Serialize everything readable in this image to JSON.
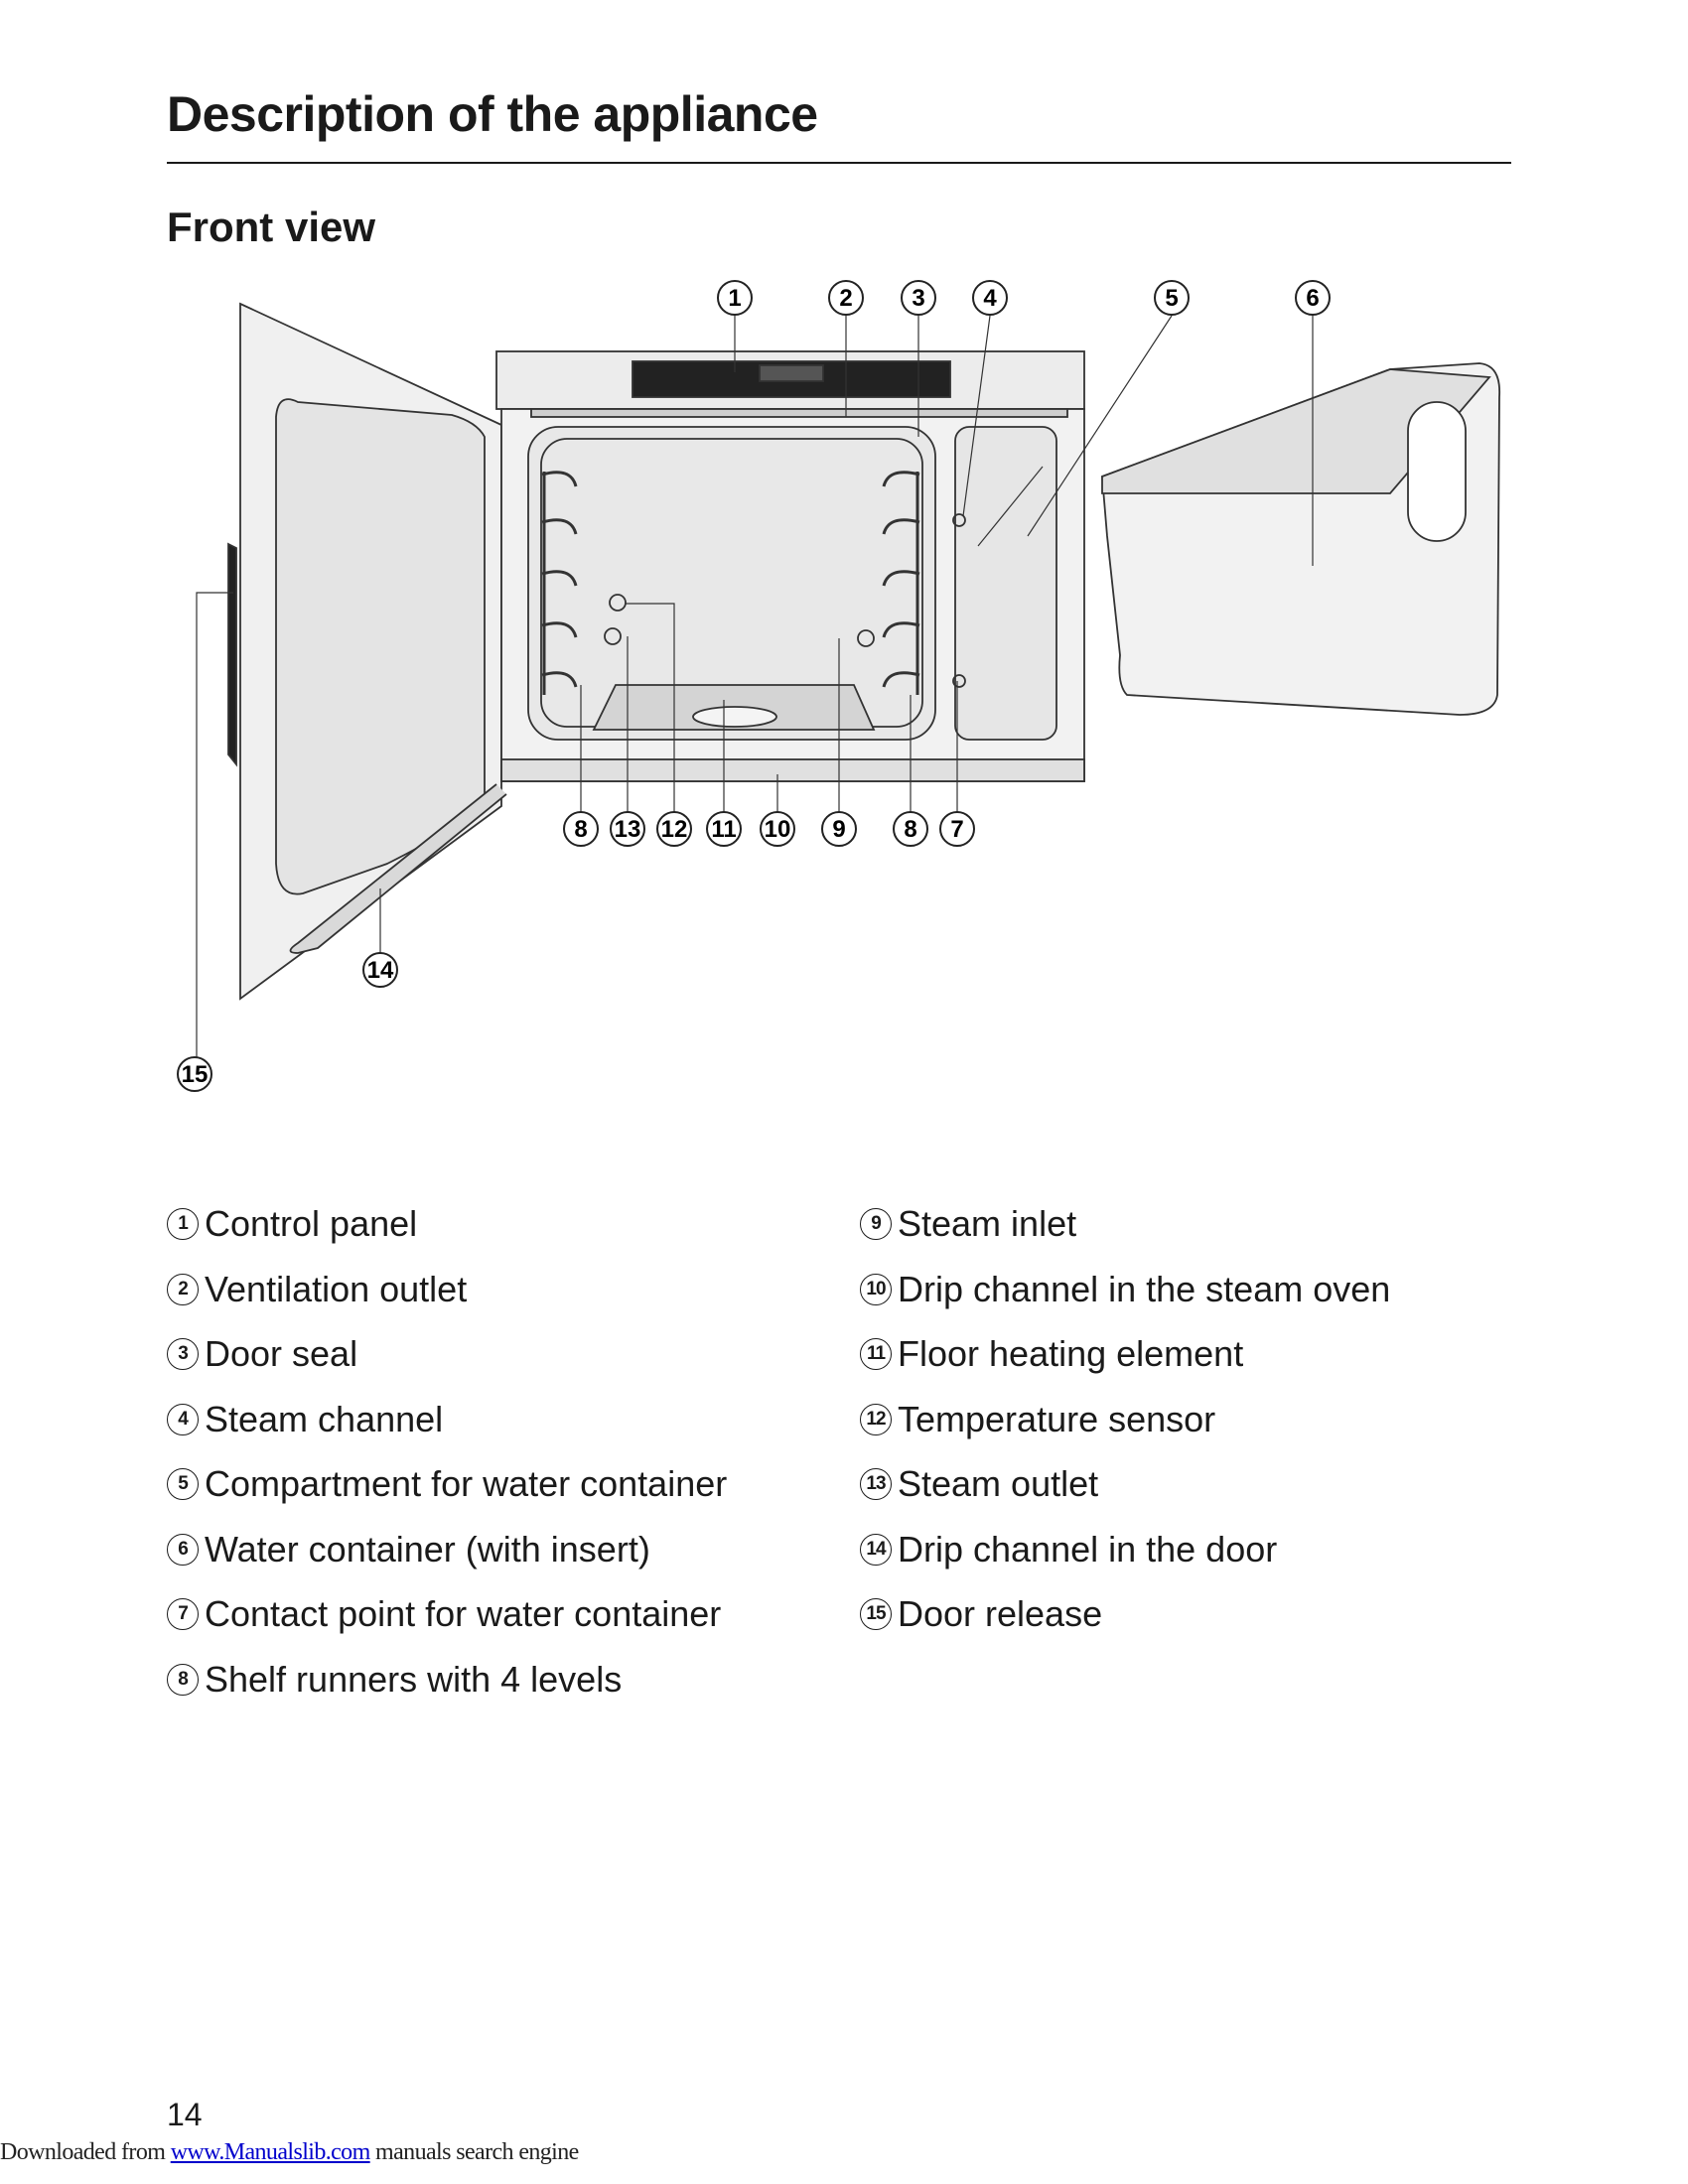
{
  "page_title": "Description of the appliance",
  "section_title": "Front view",
  "diagram": {
    "callouts": [
      {
        "num": "1"
      },
      {
        "num": "2"
      },
      {
        "num": "3"
      },
      {
        "num": "4"
      },
      {
        "num": "5"
      },
      {
        "num": "6"
      },
      {
        "num": "8"
      },
      {
        "num": "13"
      },
      {
        "num": "12"
      },
      {
        "num": "11"
      },
      {
        "num": "10"
      },
      {
        "num": "9"
      },
      {
        "num": "8"
      },
      {
        "num": "7"
      },
      {
        "num": "14"
      },
      {
        "num": "15"
      }
    ]
  },
  "legend_left": [
    {
      "num": "1",
      "label": "Control panel"
    },
    {
      "num": "2",
      "label": "Ventilation outlet"
    },
    {
      "num": "3",
      "label": "Door seal"
    },
    {
      "num": "4",
      "label": "Steam channel"
    },
    {
      "num": "5",
      "label": "Compartment for water container"
    },
    {
      "num": "6",
      "label": "Water container (with insert)"
    },
    {
      "num": "7",
      "label": "Contact point for water container"
    },
    {
      "num": "8",
      "label": "Shelf runners with 4 levels"
    }
  ],
  "legend_right": [
    {
      "num": "9",
      "label": "Steam inlet"
    },
    {
      "num": "10",
      "label": "Drip channel in the steam oven"
    },
    {
      "num": "11",
      "label": "Floor heating element"
    },
    {
      "num": "12",
      "label": "Temperature sensor"
    },
    {
      "num": "13",
      "label": "Steam outlet"
    },
    {
      "num": "14",
      "label": "Drip channel in the door"
    },
    {
      "num": "15",
      "label": "Door release"
    }
  ],
  "page_number": "14",
  "footer": {
    "prefix": "Downloaded from ",
    "link_text": "www.Manualslib.com",
    "suffix": " manuals search engine"
  }
}
